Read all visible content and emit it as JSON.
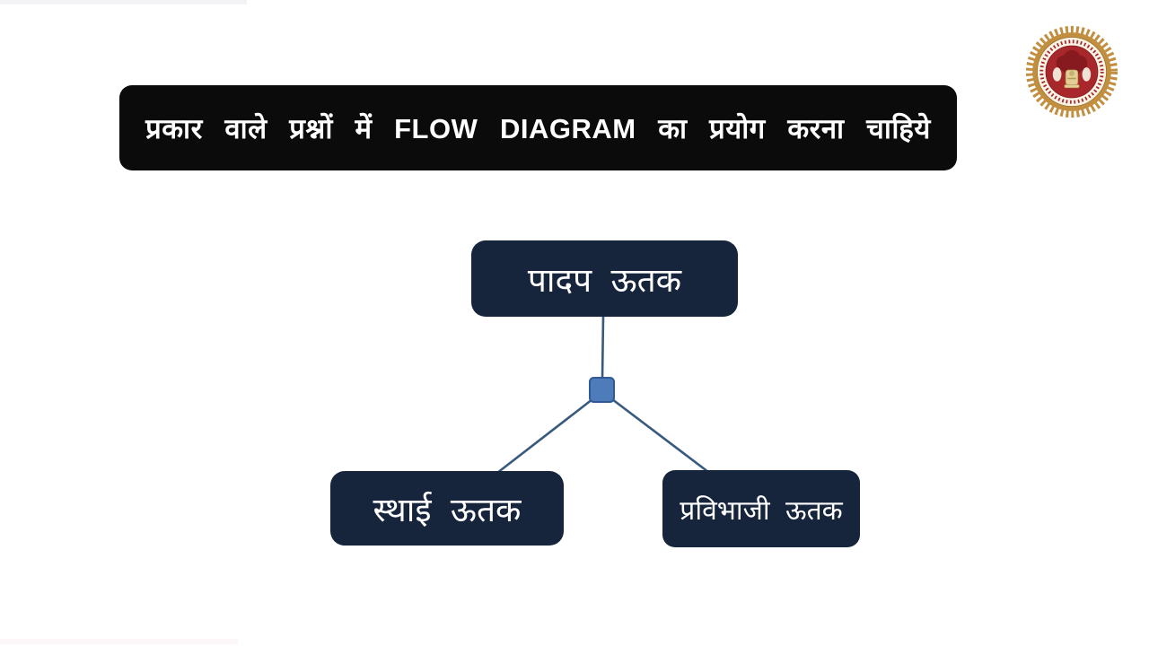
{
  "page": {
    "background_color": "#ffffff",
    "kind": "presentation-slide"
  },
  "header": {
    "text": "प्रकार वाले प्रश्नों में FLOW DIAGRAM का प्रयोग करना चाहिये",
    "background_color": "#0b0b0b",
    "text_color": "#ffffff"
  },
  "logo": {
    "name": "madhya-pradesh-government-seal",
    "outer_border_color": "#c28e40",
    "ring_color": "#faf4e6",
    "inner_circle_color": "#a8272b",
    "emblem_color": "#e3cf96"
  },
  "diagram": {
    "type": "flow",
    "root": {
      "label": "पादप ऊतक"
    },
    "children": [
      {
        "label": "स्थाई ऊतक"
      },
      {
        "label": "प्रविभाजी ऊतक"
      }
    ],
    "node_background_color": "#16253c",
    "node_text_color": "#ffffff",
    "connector_color": "#3a5a7d",
    "junction_fill_color": "#4e7cba",
    "junction_border_color": "#2f5a96"
  }
}
